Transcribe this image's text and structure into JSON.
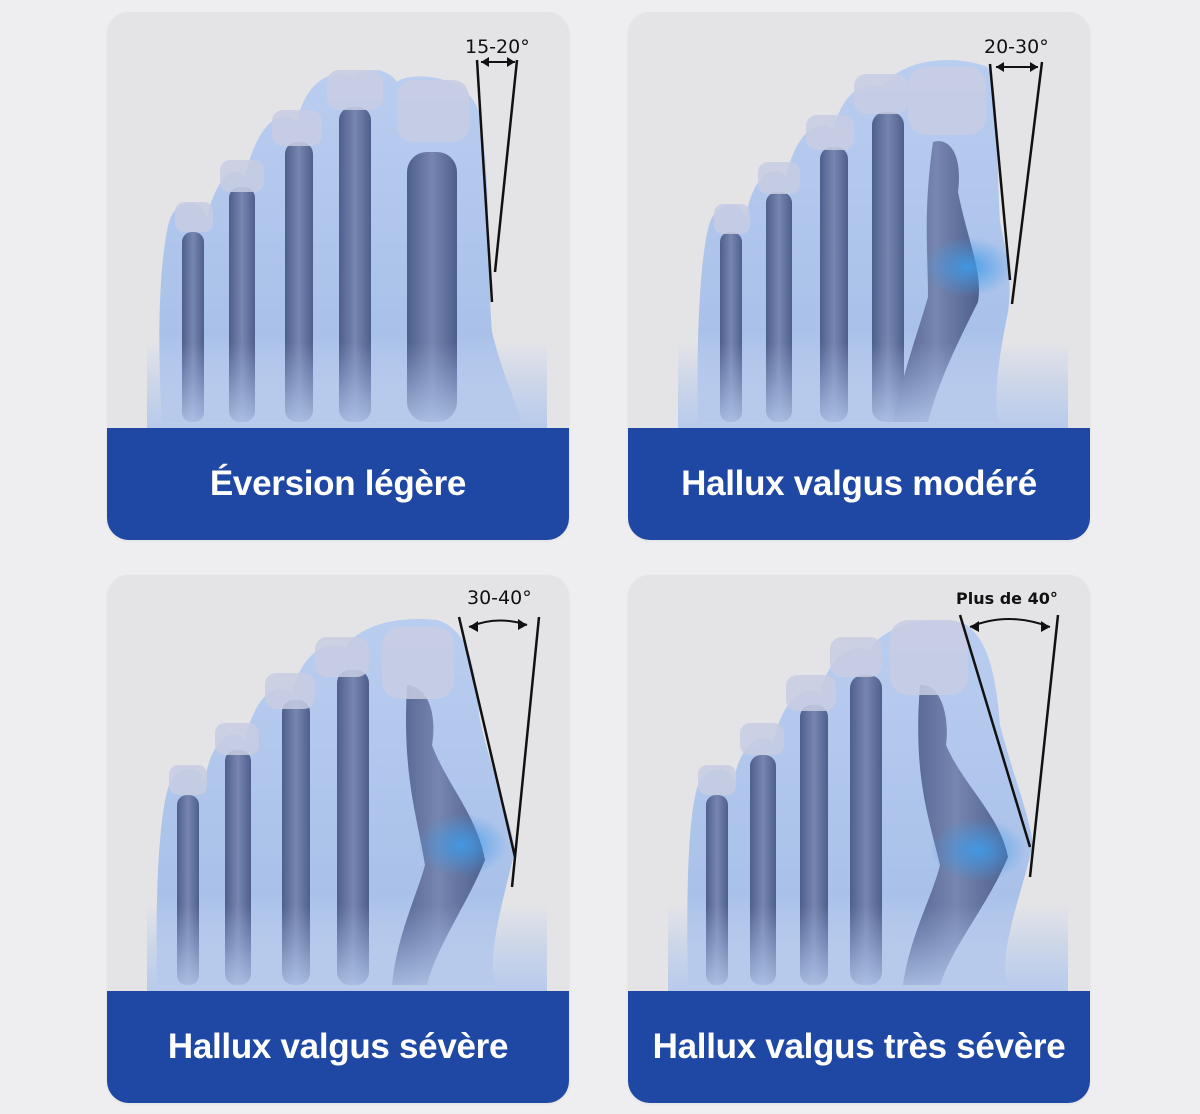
{
  "colors": {
    "banner": "#1f48a5",
    "card": "#e4e4e7",
    "foot": "#a9c1ea",
    "bone": "#5d6f9c",
    "nail": "#c8cde3",
    "inflammation": "#4aa3e8"
  },
  "stages": [
    {
      "id": "mild",
      "angle": "15-20°",
      "label": "Éversion légère"
    },
    {
      "id": "moderate",
      "angle": "20-30°",
      "label": "Hallux valgus modéré"
    },
    {
      "id": "severe",
      "angle": "30-40°",
      "label": "Hallux valgus sévère"
    },
    {
      "id": "very-severe",
      "angle": "Plus de 40°",
      "label": "Hallux valgus très sévère"
    }
  ]
}
